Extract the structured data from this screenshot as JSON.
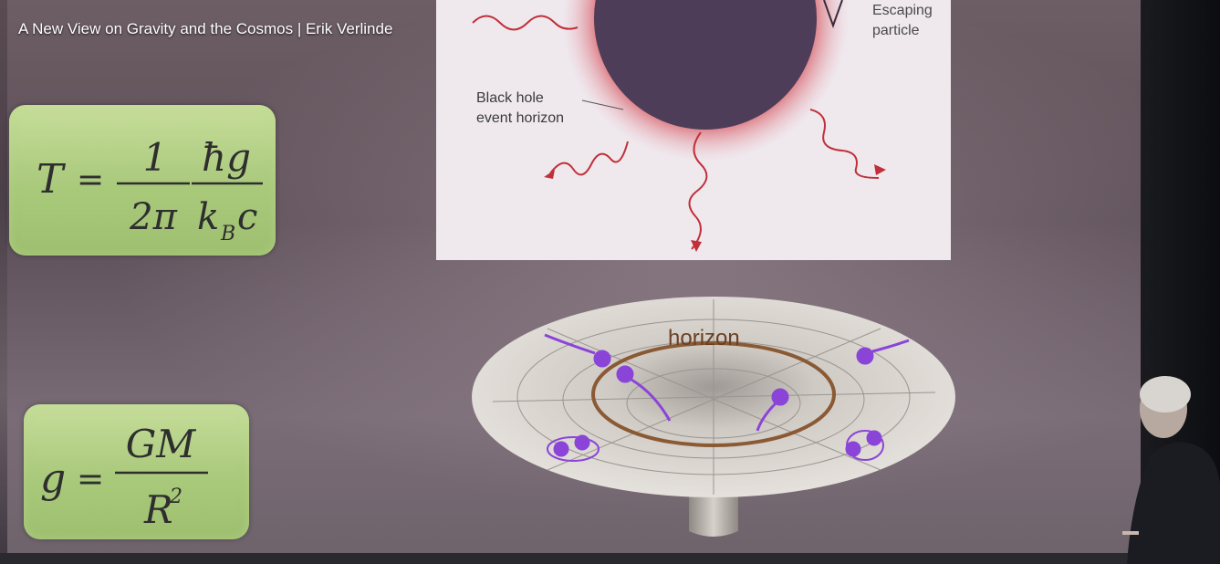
{
  "video": {
    "title": "A New View on Gravity and the Cosmos | Erik Verlinde"
  },
  "slide": {
    "hawking_labels": {
      "escaping_line1": "Escaping",
      "escaping_line2": "particle",
      "bh_line1": "Black hole",
      "bh_line2": "event horizon"
    },
    "horizon_label": "horizon",
    "formula_temperature": {
      "lhs": "T",
      "eq": "=",
      "frac1_num": "1",
      "frac1_den": "2π",
      "frac2_num": "ħg",
      "frac2_den_k": "k",
      "frac2_den_sub": "B",
      "frac2_den_c": "c"
    },
    "formula_gravity": {
      "lhs": "g",
      "eq": "=",
      "num": "GM",
      "den": "R",
      "den_exp": "2"
    }
  },
  "colors": {
    "formula_green": "#a9c97b",
    "horizon_ring": "#8a5a35",
    "particle_purple": "#8a44d8",
    "black_hole_red": "#c0303a"
  }
}
